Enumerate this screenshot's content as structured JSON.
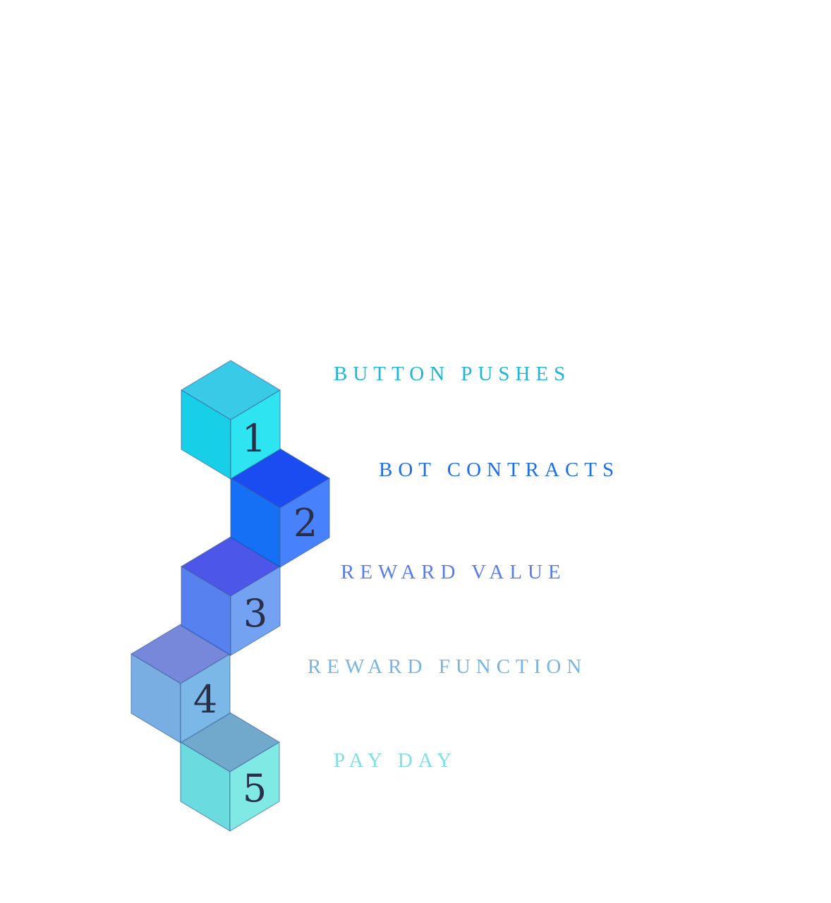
{
  "steps": [
    {
      "number": "1",
      "label": "BUTTON PUSHES",
      "label_color": "#1fb6d9",
      "top_color": "#2bc7e6",
      "left_color": "#06cde6",
      "right_color": "#1ee2ef"
    },
    {
      "number": "2",
      "label": "BOT CONTRACTS",
      "label_color": "#1f6fe8",
      "top_color": "#0a3ff0",
      "left_color": "#0566f5",
      "right_color": "#3a78fb"
    },
    {
      "number": "3",
      "label": "REWARD VALUE",
      "label_color": "#5a7ee8",
      "top_color": "#3f4ae8",
      "left_color": "#4b78ee",
      "right_color": "#6a9bf2"
    },
    {
      "number": "4",
      "label": "REWARD FUNCTION",
      "label_color": "#78b4e4",
      "top_color": "#6d7ed8",
      "left_color": "#6ea8df",
      "right_color": "#73b3e6"
    },
    {
      "number": "5",
      "label": "PAY DAY",
      "label_color": "#7fe0e8",
      "top_color": "#67a3c9",
      "left_color": "#5fd9dc",
      "right_color": "#78e8e2"
    }
  ]
}
